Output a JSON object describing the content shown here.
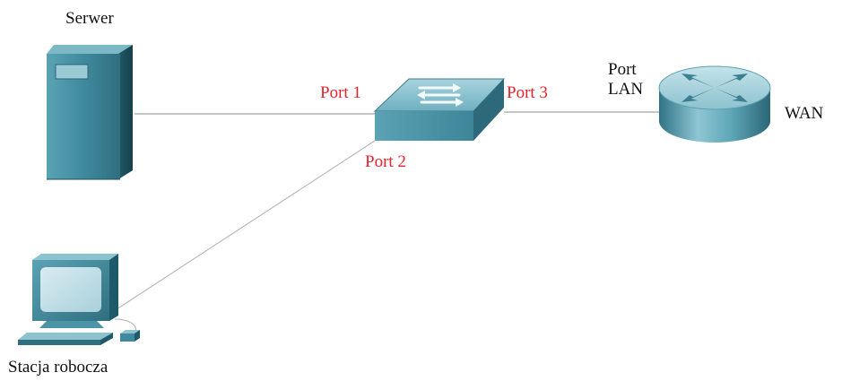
{
  "colors": {
    "port_label": "#e8212b",
    "device_label": "#111111",
    "cable": "#aaaaaa",
    "device_teal": "#3f8a9d",
    "device_dark": "#1f5a6a",
    "device_light": "#8fc4d1"
  },
  "devices": {
    "server": {
      "label": "Serwer",
      "icon": "server-icon"
    },
    "switch": {
      "label": "",
      "icon": "switch-icon"
    },
    "router": {
      "label": "",
      "icon": "router-icon"
    },
    "workstation": {
      "label": "Stacja robocza",
      "icon": "workstation-icon"
    }
  },
  "ports": {
    "port1": "Port 1",
    "port2": "Port 2",
    "port3": "Port 3",
    "router_lan_line1": "Port",
    "router_lan_line2": "LAN",
    "wan": "WAN"
  },
  "connections": [
    {
      "from": "server",
      "to": "switch",
      "from_port": "",
      "to_port": "Port 1"
    },
    {
      "from": "workstation",
      "to": "switch",
      "from_port": "",
      "to_port": "Port 2"
    },
    {
      "from": "switch",
      "to": "router",
      "from_port": "Port 3",
      "to_port": "Port LAN"
    }
  ]
}
